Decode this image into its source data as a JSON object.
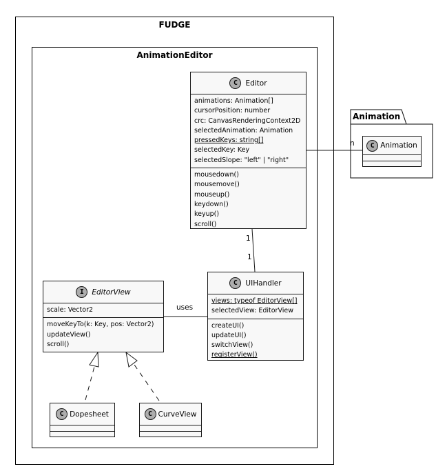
{
  "packages": {
    "fudge": "FUDGE",
    "animation_editor": "AnimationEditor",
    "animation": "Animation"
  },
  "classes": {
    "editor": {
      "stereotype": "C",
      "name": "Editor",
      "fields": [
        "animations: Animation[]",
        "cursorPosition: number",
        "crc: CanvasRenderingContext2D",
        "selectedAnimation: Animation",
        "pressedKeys: string[]",
        "selectedKey: Key",
        "selectedSlope: \"left\" | \"right\""
      ],
      "methods": [
        "mousedown()",
        "mousemove()",
        "mouseup()",
        "keydown()",
        "keyup()",
        "scroll()"
      ]
    },
    "animation": {
      "stereotype": "C",
      "name": "Animation"
    },
    "uihandler": {
      "stereotype": "C",
      "name": "UIHandler",
      "fields": [
        "views: typeof EditorView[]",
        "selectedView: EditorView"
      ],
      "methods": [
        "createUI()",
        "updateUI()",
        "switchView()",
        "registerView()"
      ]
    },
    "editorview": {
      "stereotype": "I",
      "name": "EditorView",
      "fields": [
        "scale: Vector2"
      ],
      "methods": [
        "moveKeyTo(k: Key, pos: Vector2)",
        "updateView()",
        "scroll()"
      ]
    },
    "dopesheet": {
      "stereotype": "C",
      "name": "Dopesheet"
    },
    "curveview": {
      "stereotype": "C",
      "name": "CurveView"
    }
  },
  "relations": {
    "editor_animation_mult": "n",
    "editor_uihandler_mult_top": "1",
    "editor_uihandler_mult_bottom": "1",
    "uihandler_editorview_label": "uses"
  }
}
